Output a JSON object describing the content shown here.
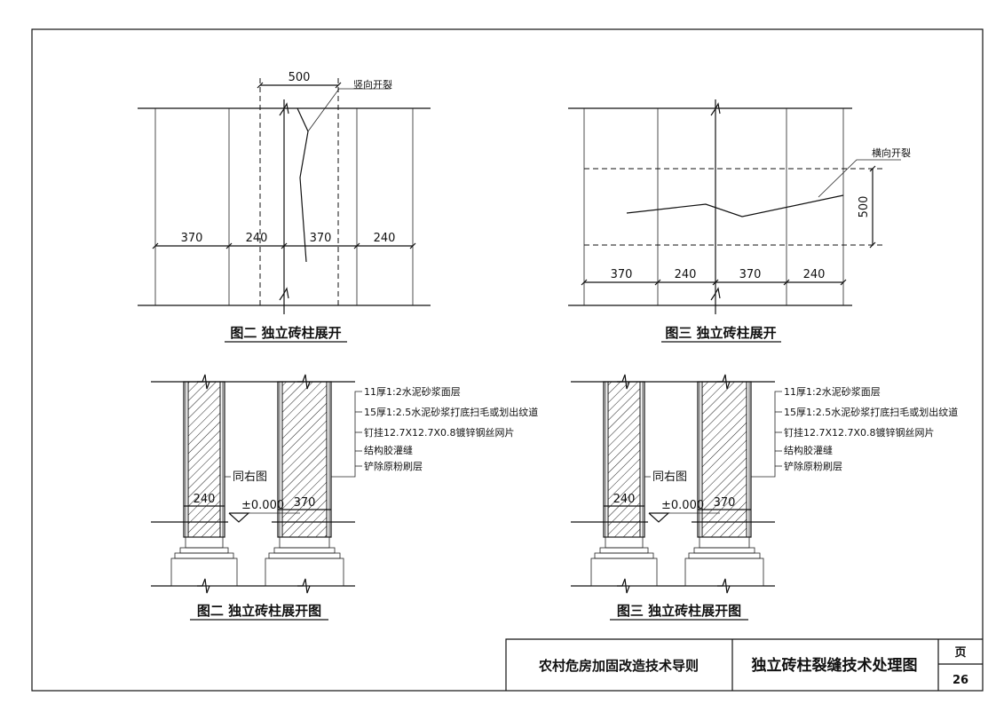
{
  "drawing": {
    "fig_top_left": {
      "caption": "图二  独立砖柱展开",
      "top_dimension": "500",
      "crack_label": "竖向开裂",
      "dimensions": [
        "370",
        "240",
        "370",
        "240"
      ]
    },
    "fig_top_right": {
      "caption": "图三  独立砖柱展开",
      "side_dimension": "500",
      "crack_label": "横向开裂",
      "dimensions": [
        "370",
        "240",
        "370",
        "240"
      ]
    },
    "fig_bottom_left": {
      "caption": "图二  独立砖柱展开图",
      "col_a_width": "240",
      "col_b_width": "370",
      "elevation": "±0.000",
      "same_as_right": "同右图",
      "notes": [
        "11厚1:2水泥砂浆面层",
        "15厚1:2.5水泥砂浆打底扫毛或划出纹道",
        "钉挂12.7X12.7X0.8镀锌钢丝网片",
        "结构胶灌缝",
        "铲除原粉刷层"
      ]
    },
    "fig_bottom_right": {
      "caption": "图三  独立砖柱展开图",
      "col_a_width": "240",
      "col_b_width": "370",
      "elevation": "±0.000",
      "same_as_right": "同右图",
      "notes": [
        "11厚1:2水泥砂浆面层",
        "15厚1:2.5水泥砂浆打底扫毛或划出纹道",
        "钉挂12.7X12.7X0.8镀锌钢丝网片",
        "结构胶灌缝",
        "铲除原粉刷层"
      ]
    }
  },
  "title_block": {
    "project": "农村危房加固改造技术导则",
    "drawing_title": "独立砖柱裂缝技术处理图",
    "page_label": "页",
    "page_number": "26"
  }
}
